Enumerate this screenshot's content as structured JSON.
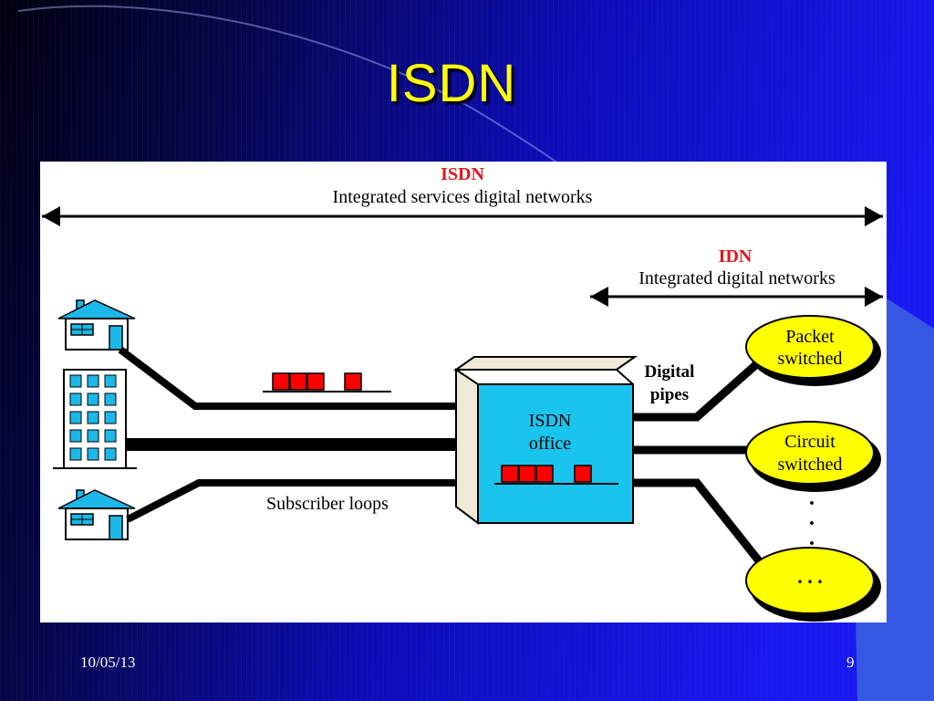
{
  "slide": {
    "title": "ISDN",
    "date": "10/05/13",
    "page_number": "9"
  },
  "diagram": {
    "isdn_label": "ISDN",
    "isdn_caption": "Integrated services digital networks",
    "idn_label": "IDN",
    "idn_caption": "Integrated digital networks",
    "office_line1": "ISDN",
    "office_line2": "office",
    "pipes_line1": "Digital",
    "pipes_line2": "pipes",
    "subscriber_loops": "Subscriber loops",
    "packet_line1": "Packet",
    "packet_line2": "switched",
    "circuit_line1": "Circuit",
    "circuit_line2": "switched",
    "more_networks": ". . .",
    "vertical_dots": [
      ".",
      ".",
      "."
    ]
  },
  "colors": {
    "title": "#ffff00",
    "label_red": "#e8141c",
    "office_fill": "#19c4ee",
    "network_fill": "#ffff00",
    "frame_red": "#ff0000",
    "background_blue": "#1010d8"
  }
}
